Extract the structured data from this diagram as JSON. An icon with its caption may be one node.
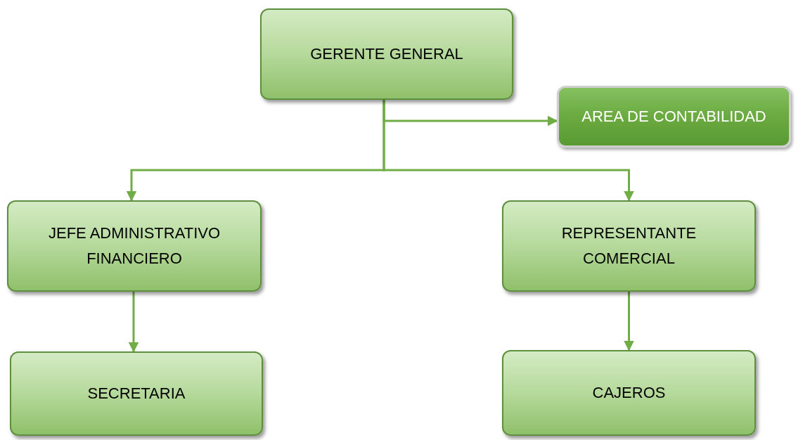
{
  "diagram": {
    "nodes": [
      {
        "text": [
          "GERENTE GENERAL"
        ]
      },
      {
        "text": [
          "AREA DE CONTABILIDAD"
        ]
      },
      {
        "text": [
          "JEFE ADMINISTRATIVO FINANCIERO"
        ]
      },
      {
        "text": [
          "REPRESENTANTE COMERCIAL"
        ]
      },
      {
        "text": [
          "SECRETARIA"
        ]
      },
      {
        "text": [
          "CAJEROS"
        ]
      }
    ],
    "edges": [
      {
        "from": 0,
        "to": 1,
        "arrow": "to"
      },
      {
        "from": 0,
        "to": 2,
        "arrow": "to"
      },
      {
        "from": 0,
        "to": 3,
        "arrow": "to"
      },
      {
        "from": 2,
        "to": 4,
        "arrow": "to"
      },
      {
        "from": 3,
        "to": 5,
        "arrow": "to"
      }
    ]
  }
}
